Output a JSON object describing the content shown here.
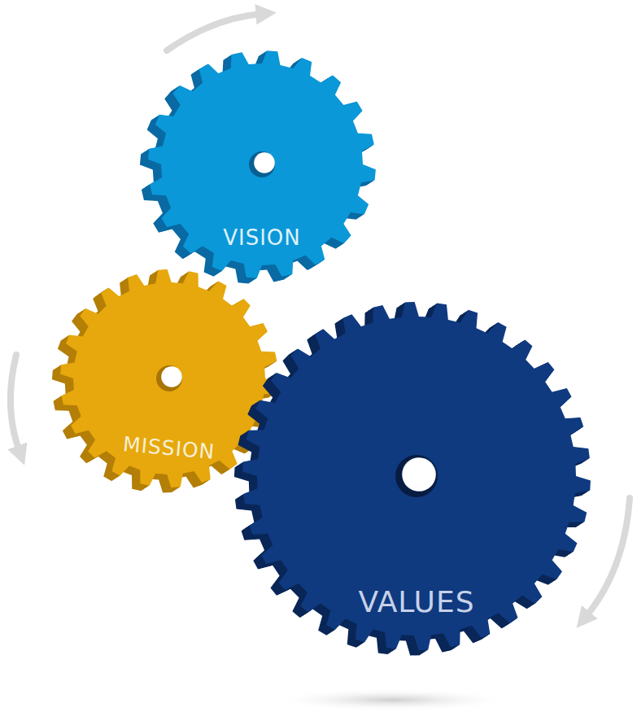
{
  "diagram": {
    "nodes": [
      {
        "text": [
          "VISION"
        ]
      },
      {
        "text": [
          "MISSION"
        ]
      },
      {
        "text": [
          "VALUES"
        ]
      }
    ]
  }
}
